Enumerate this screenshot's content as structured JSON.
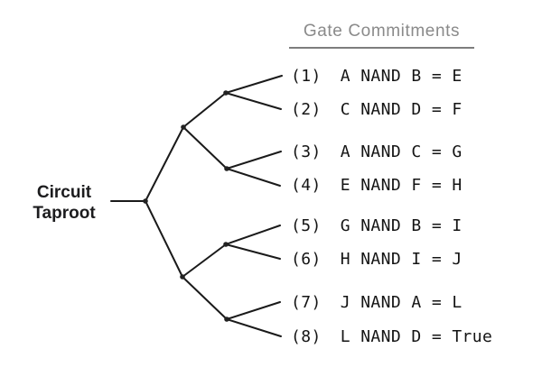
{
  "header": {
    "title": "Gate Commitments"
  },
  "root": {
    "lines": [
      "Circuit",
      "Taproot"
    ]
  },
  "gates": [
    {
      "num": "(1)",
      "expr": "A NAND B = E"
    },
    {
      "num": "(2)",
      "expr": "C NAND D = F"
    },
    {
      "num": "(3)",
      "expr": "A NAND C = G"
    },
    {
      "num": "(4)",
      "expr": "E NAND F = H"
    },
    {
      "num": "(5)",
      "expr": "G NAND B = I"
    },
    {
      "num": "(6)",
      "expr": "H NAND I = J"
    },
    {
      "num": "(7)",
      "expr": "J NAND A = L"
    },
    {
      "num": "(8)",
      "expr": "L NAND D = True"
    }
  ],
  "colors": {
    "background": "#ffffff",
    "tree_line": "#1a1a1a",
    "node_dot": "#222222",
    "gate_text": "#141414",
    "header_text": "#8a8a8a",
    "header_rule": "#7d7d7d",
    "root_label_text": "#1c1c1e"
  }
}
